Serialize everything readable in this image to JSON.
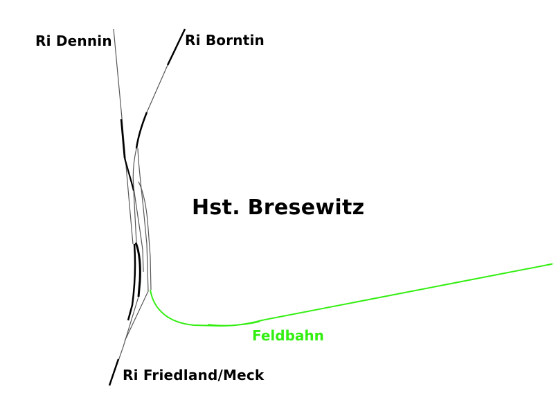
{
  "map": {
    "title": "Hst. Bresewitz",
    "directions": {
      "dennin": "Ri Dennin",
      "borntin": "Ri Borntin",
      "friedland": "Ri Friedland/Meck"
    },
    "field_railway_label": "Feldbahn",
    "colors": {
      "main_track": "#000000",
      "siding_track": "#555555",
      "field_railway": "#33ee11"
    }
  }
}
